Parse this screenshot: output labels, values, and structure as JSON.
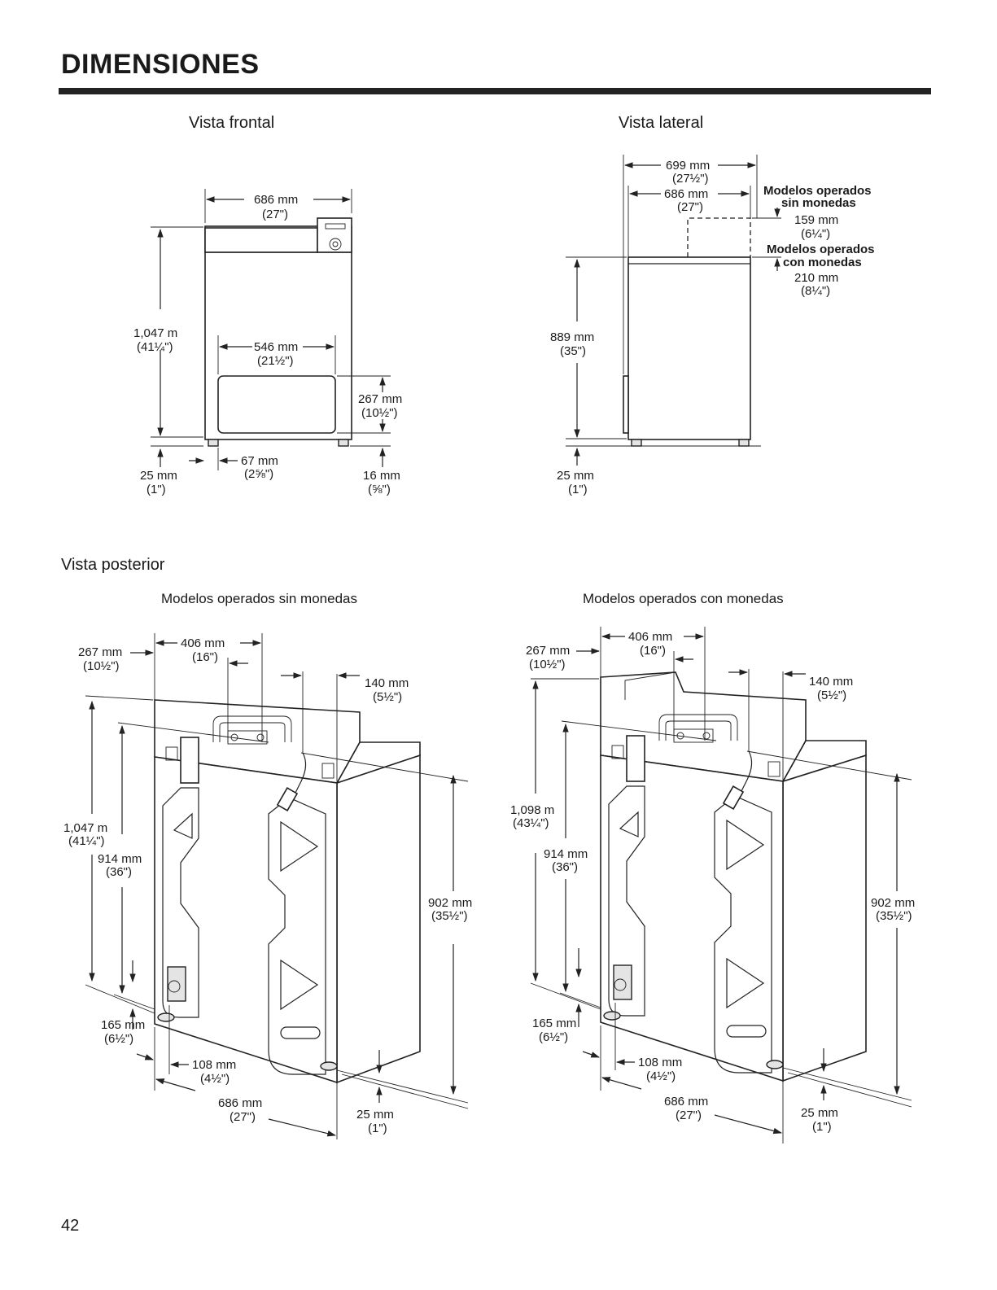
{
  "page": {
    "title": "DIMENSIONES",
    "page_number": "42"
  },
  "front": {
    "heading": "Vista frontal",
    "width_mm": "686 mm",
    "width_in": "(27\")",
    "door_w_mm": "546 mm",
    "door_w_in": "(21½\")",
    "height_mm": "1,047 m",
    "height_in": "(41¼\")",
    "door_h_mm": "267 mm",
    "door_h_in": "(10½\")",
    "foot_mm": "25 mm",
    "foot_in": "(1\")",
    "offset_mm": "67 mm",
    "offset_in": "(2⅝\")",
    "leg_mm": "16 mm",
    "leg_in": "(⅝\")"
  },
  "side": {
    "heading": "Vista lateral",
    "depth1_mm": "699 mm",
    "depth1_in": "(27½\")",
    "depth2_mm": "686 mm",
    "depth2_in": "(27\")",
    "nocoin_1": "Modelos operados",
    "nocoin_2": "sin monedas",
    "nocoin_mm": "159 mm",
    "nocoin_in": "(6¼\")",
    "coin_1": "Modelos operados",
    "coin_2": "con monedas",
    "coin_mm": "210 mm",
    "coin_in": "(8¼\")",
    "height_mm": "889 mm",
    "height_in": "(35\")",
    "foot_mm": "25 mm",
    "foot_in": "(1\")"
  },
  "rear": {
    "heading": "Vista posterior",
    "left": {
      "subheading": "Modelos operados sin monedas",
      "d267_mm": "267 mm",
      "d267_in": "(10½\")",
      "d406_mm": "406 mm",
      "d406_in": "(16\")",
      "d140_mm": "140 mm",
      "d140_in": "(5½\")",
      "height_mm": "1,047 m",
      "height_in": "(41¼\")",
      "d914_mm": "914 mm",
      "d914_in": "(36\")",
      "d902_mm": "902 mm",
      "d902_in": "(35½\")",
      "d165_mm": "165 mm",
      "d165_in": "(6½\")",
      "d108_mm": "108 mm",
      "d108_in": "(4½\")",
      "d686_mm": "686 mm",
      "d686_in": "(27\")",
      "d25_mm": "25 mm",
      "d25_in": "(1\")"
    },
    "right": {
      "subheading": "Modelos operados con monedas",
      "d267_mm": "267 mm",
      "d267_in": "(10½\")",
      "d406_mm": "406 mm",
      "d406_in": "(16\")",
      "d140_mm": "140 mm",
      "d140_in": "(5½\")",
      "height_mm": "1,098 m",
      "height_in": "(43¼\")",
      "d914_mm": "914 mm",
      "d914_in": "(36\")",
      "d902_mm": "902 mm",
      "d902_in": "(35½\")",
      "d165_mm": "165 mm",
      "d165_in": "(6½\")",
      "d108_mm": "108 mm",
      "d108_in": "(4½\")",
      "d686_mm": "686 mm",
      "d686_in": "(27\")",
      "d25_mm": "25 mm",
      "d25_in": "(1\")"
    }
  }
}
